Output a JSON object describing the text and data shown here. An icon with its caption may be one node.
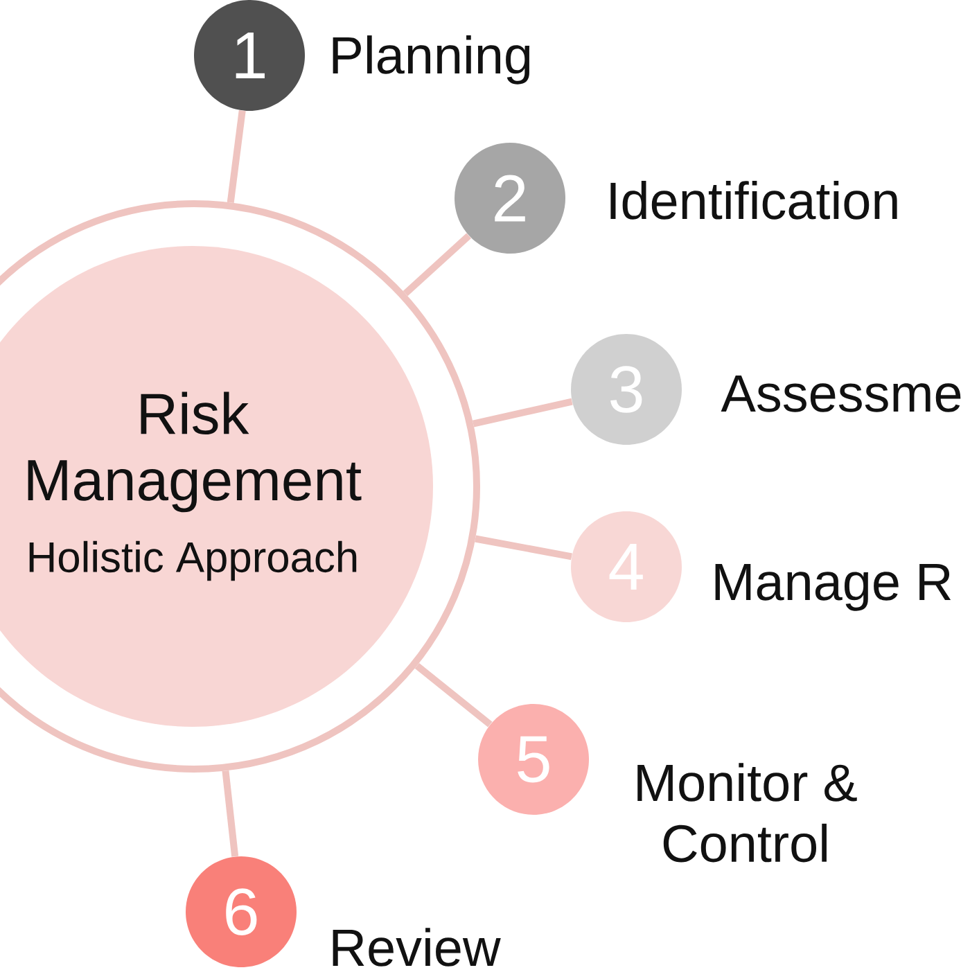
{
  "diagram": {
    "nodes": [
      {
        "text": [],
        "shape": "circle"
      },
      {
        "text": [
          "Risk Management",
          "Holistic Approach"
        ],
        "in": 0
      },
      {
        "text": [
          "1"
        ],
        "beside": [
          "Planning"
        ]
      },
      {
        "text": [
          "2"
        ],
        "beside": [
          "Identification"
        ]
      },
      {
        "text": [
          "3"
        ],
        "beside": [
          "Assessme"
        ]
      },
      {
        "text": [
          "4"
        ],
        "beside": [
          "Manage R"
        ]
      },
      {
        "text": [
          "5"
        ],
        "beside": [
          "Monitor & Control"
        ]
      },
      {
        "text": [
          "6"
        ],
        "beside": [
          "Review"
        ]
      }
    ],
    "edges": [
      {
        "from": 0,
        "to": 2,
        "arrow": "none"
      },
      {
        "from": 0,
        "to": 3,
        "arrow": "none"
      },
      {
        "from": 0,
        "to": 4,
        "arrow": "none"
      },
      {
        "from": 0,
        "to": 5,
        "arrow": "none"
      },
      {
        "from": 0,
        "to": 6,
        "arrow": "none"
      },
      {
        "from": 0,
        "to": 7,
        "arrow": "none"
      }
    ]
  }
}
